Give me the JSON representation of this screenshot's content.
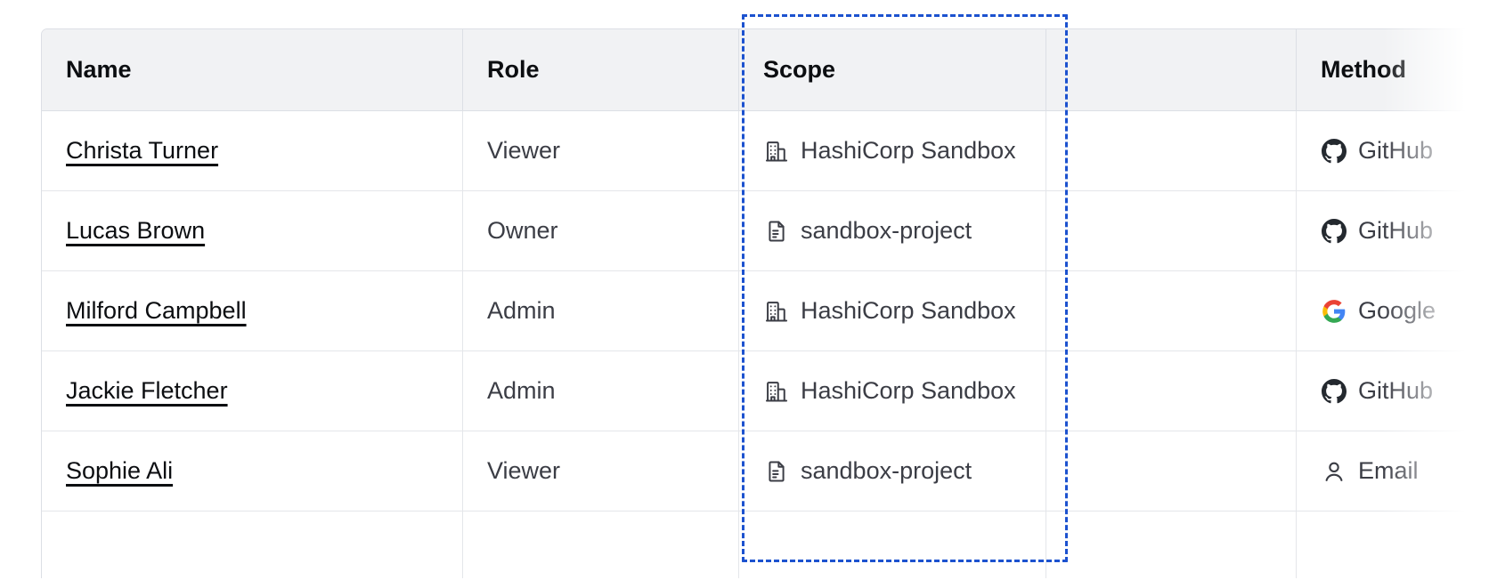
{
  "table": {
    "columns": [
      {
        "key": "name",
        "label": "Name"
      },
      {
        "key": "role",
        "label": "Role"
      },
      {
        "key": "scope",
        "label": "Scope"
      },
      {
        "key": "spacer",
        "label": ""
      },
      {
        "key": "method",
        "label": "Method"
      }
    ],
    "rows": [
      {
        "name": "Christa Turner",
        "role": "Viewer",
        "scope": {
          "icon": "organization-building-icon",
          "label": "HashiCorp Sandbox"
        },
        "method": {
          "icon": "github-icon",
          "label": "GitHub"
        }
      },
      {
        "name": "Lucas Brown",
        "role": "Owner",
        "scope": {
          "icon": "project-document-icon",
          "label": "sandbox-project"
        },
        "method": {
          "icon": "github-icon",
          "label": "GitHub"
        }
      },
      {
        "name": "Milford Campbell",
        "role": "Admin",
        "scope": {
          "icon": "organization-building-icon",
          "label": "HashiCorp Sandbox"
        },
        "method": {
          "icon": "google-icon",
          "label": "Google"
        }
      },
      {
        "name": "Jackie Fletcher",
        "role": "Admin",
        "scope": {
          "icon": "organization-building-icon",
          "label": "HashiCorp Sandbox"
        },
        "method": {
          "icon": "github-icon",
          "label": "GitHub"
        }
      },
      {
        "name": "Sophie Ali",
        "role": "Viewer",
        "scope": {
          "icon": "project-document-icon",
          "label": "sandbox-project"
        },
        "method": {
          "icon": "user-person-icon",
          "label": "Email"
        }
      },
      {
        "name": "",
        "role": "",
        "scope": {
          "icon": "",
          "label": ""
        },
        "method": {
          "icon": "",
          "label": ""
        }
      }
    ]
  },
  "highlight": {
    "target_column": "Scope",
    "style": "dashed",
    "color": "#1c52cf"
  },
  "colors": {
    "header_background": "#f1f2f4",
    "border": "#dcdfe5",
    "row_border": "#e4e6ea",
    "text_primary": "#0c0e11",
    "text_secondary": "#3b3d45",
    "highlight": "#1c52cf",
    "github": "#24292f",
    "google_red": "#ea4335",
    "google_yellow": "#fbbc05",
    "google_green": "#34a853",
    "google_blue": "#4285f4"
  }
}
